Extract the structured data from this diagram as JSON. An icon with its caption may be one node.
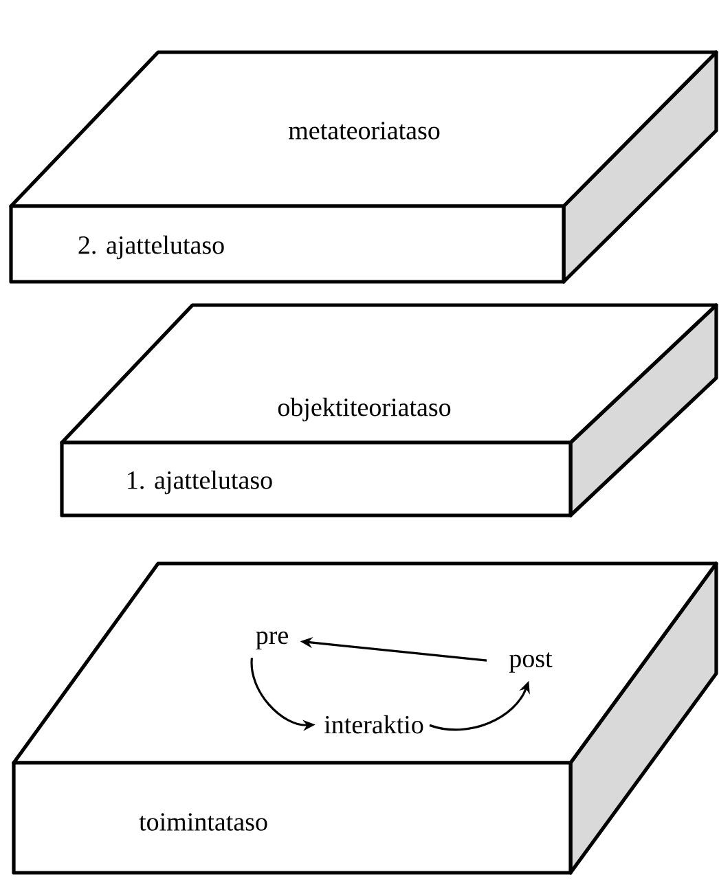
{
  "diagram": {
    "nodes": [
      {
        "text": [
          "metateoriataso",
          "2. ajattelutaso"
        ]
      },
      {
        "text": [
          "objektiteoriataso",
          "1. ajattelutaso"
        ]
      },
      {
        "text": [
          "toimintataso"
        ]
      },
      {
        "text": [
          "pre"
        ],
        "in": 2
      },
      {
        "text": [
          "post"
        ],
        "in": 2
      },
      {
        "text": [
          "interaktio"
        ],
        "in": 2
      }
    ],
    "edges": [
      {
        "from": 4,
        "to": 3,
        "arrow": "to"
      },
      {
        "from": 3,
        "to": 5,
        "arrow": "to"
      },
      {
        "from": 5,
        "to": 4,
        "arrow": "to"
      }
    ]
  }
}
